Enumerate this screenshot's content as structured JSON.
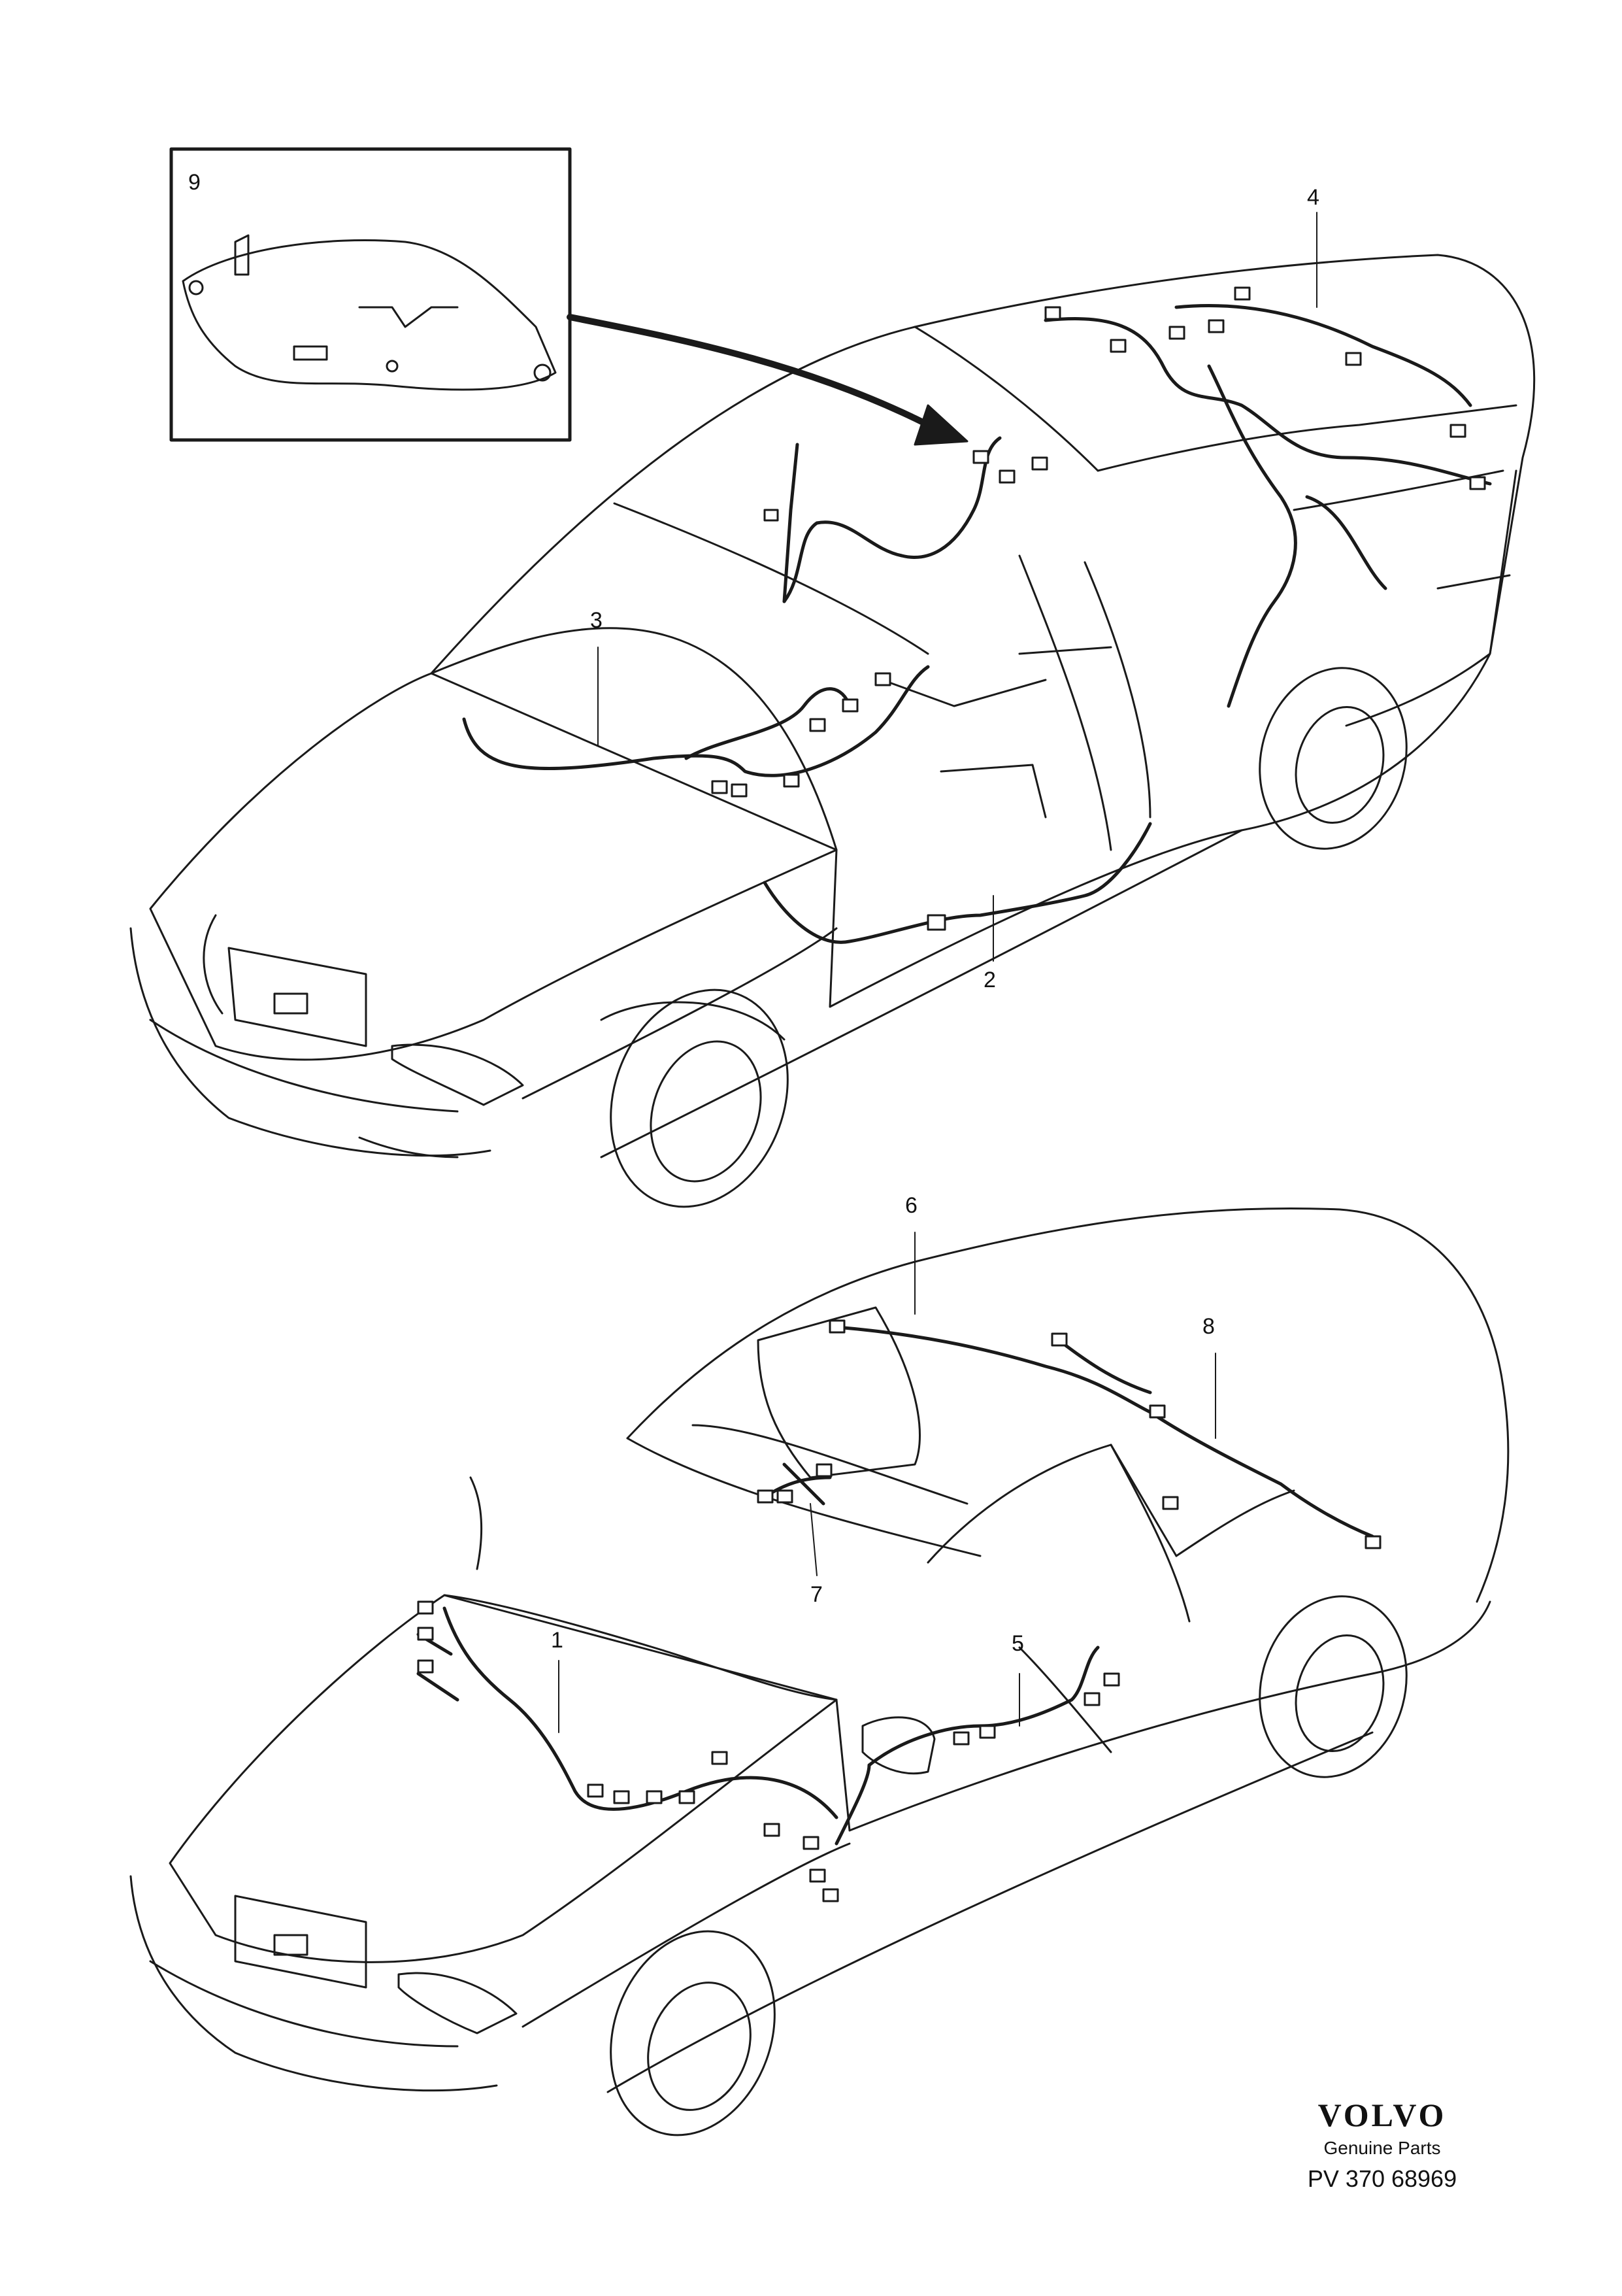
{
  "callouts": [
    {
      "id": "c1",
      "label": "1"
    },
    {
      "id": "c2",
      "label": "2"
    },
    {
      "id": "c3",
      "label": "3"
    },
    {
      "id": "c4",
      "label": "4"
    },
    {
      "id": "c5",
      "label": "5"
    },
    {
      "id": "c6",
      "label": "6"
    },
    {
      "id": "c7",
      "label": "7"
    },
    {
      "id": "c8",
      "label": "8"
    },
    {
      "id": "c9",
      "label": "9"
    }
  ],
  "brand": {
    "logo": "VOLVO",
    "subtitle": "Genuine Parts",
    "diagram_id": "PV 370 68969"
  },
  "colors": {
    "line": "#1a1a1a",
    "background": "#ffffff"
  }
}
